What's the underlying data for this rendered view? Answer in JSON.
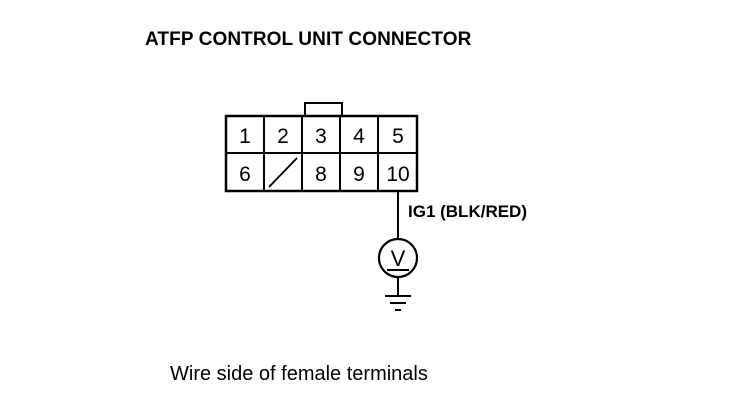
{
  "title": "ATFP CONTROL UNIT CONNECTOR",
  "connector": {
    "top_row": [
      "1",
      "2",
      "3",
      "4",
      "5"
    ],
    "bottom_row": [
      "6",
      "",
      "8",
      "9",
      "10"
    ],
    "empty_cavity": "7"
  },
  "probe": {
    "terminal": "10",
    "wire_label": "IG1 (BLK/RED)",
    "meter_symbol": "V",
    "reference": "ground"
  },
  "caption": "Wire side of female terminals"
}
